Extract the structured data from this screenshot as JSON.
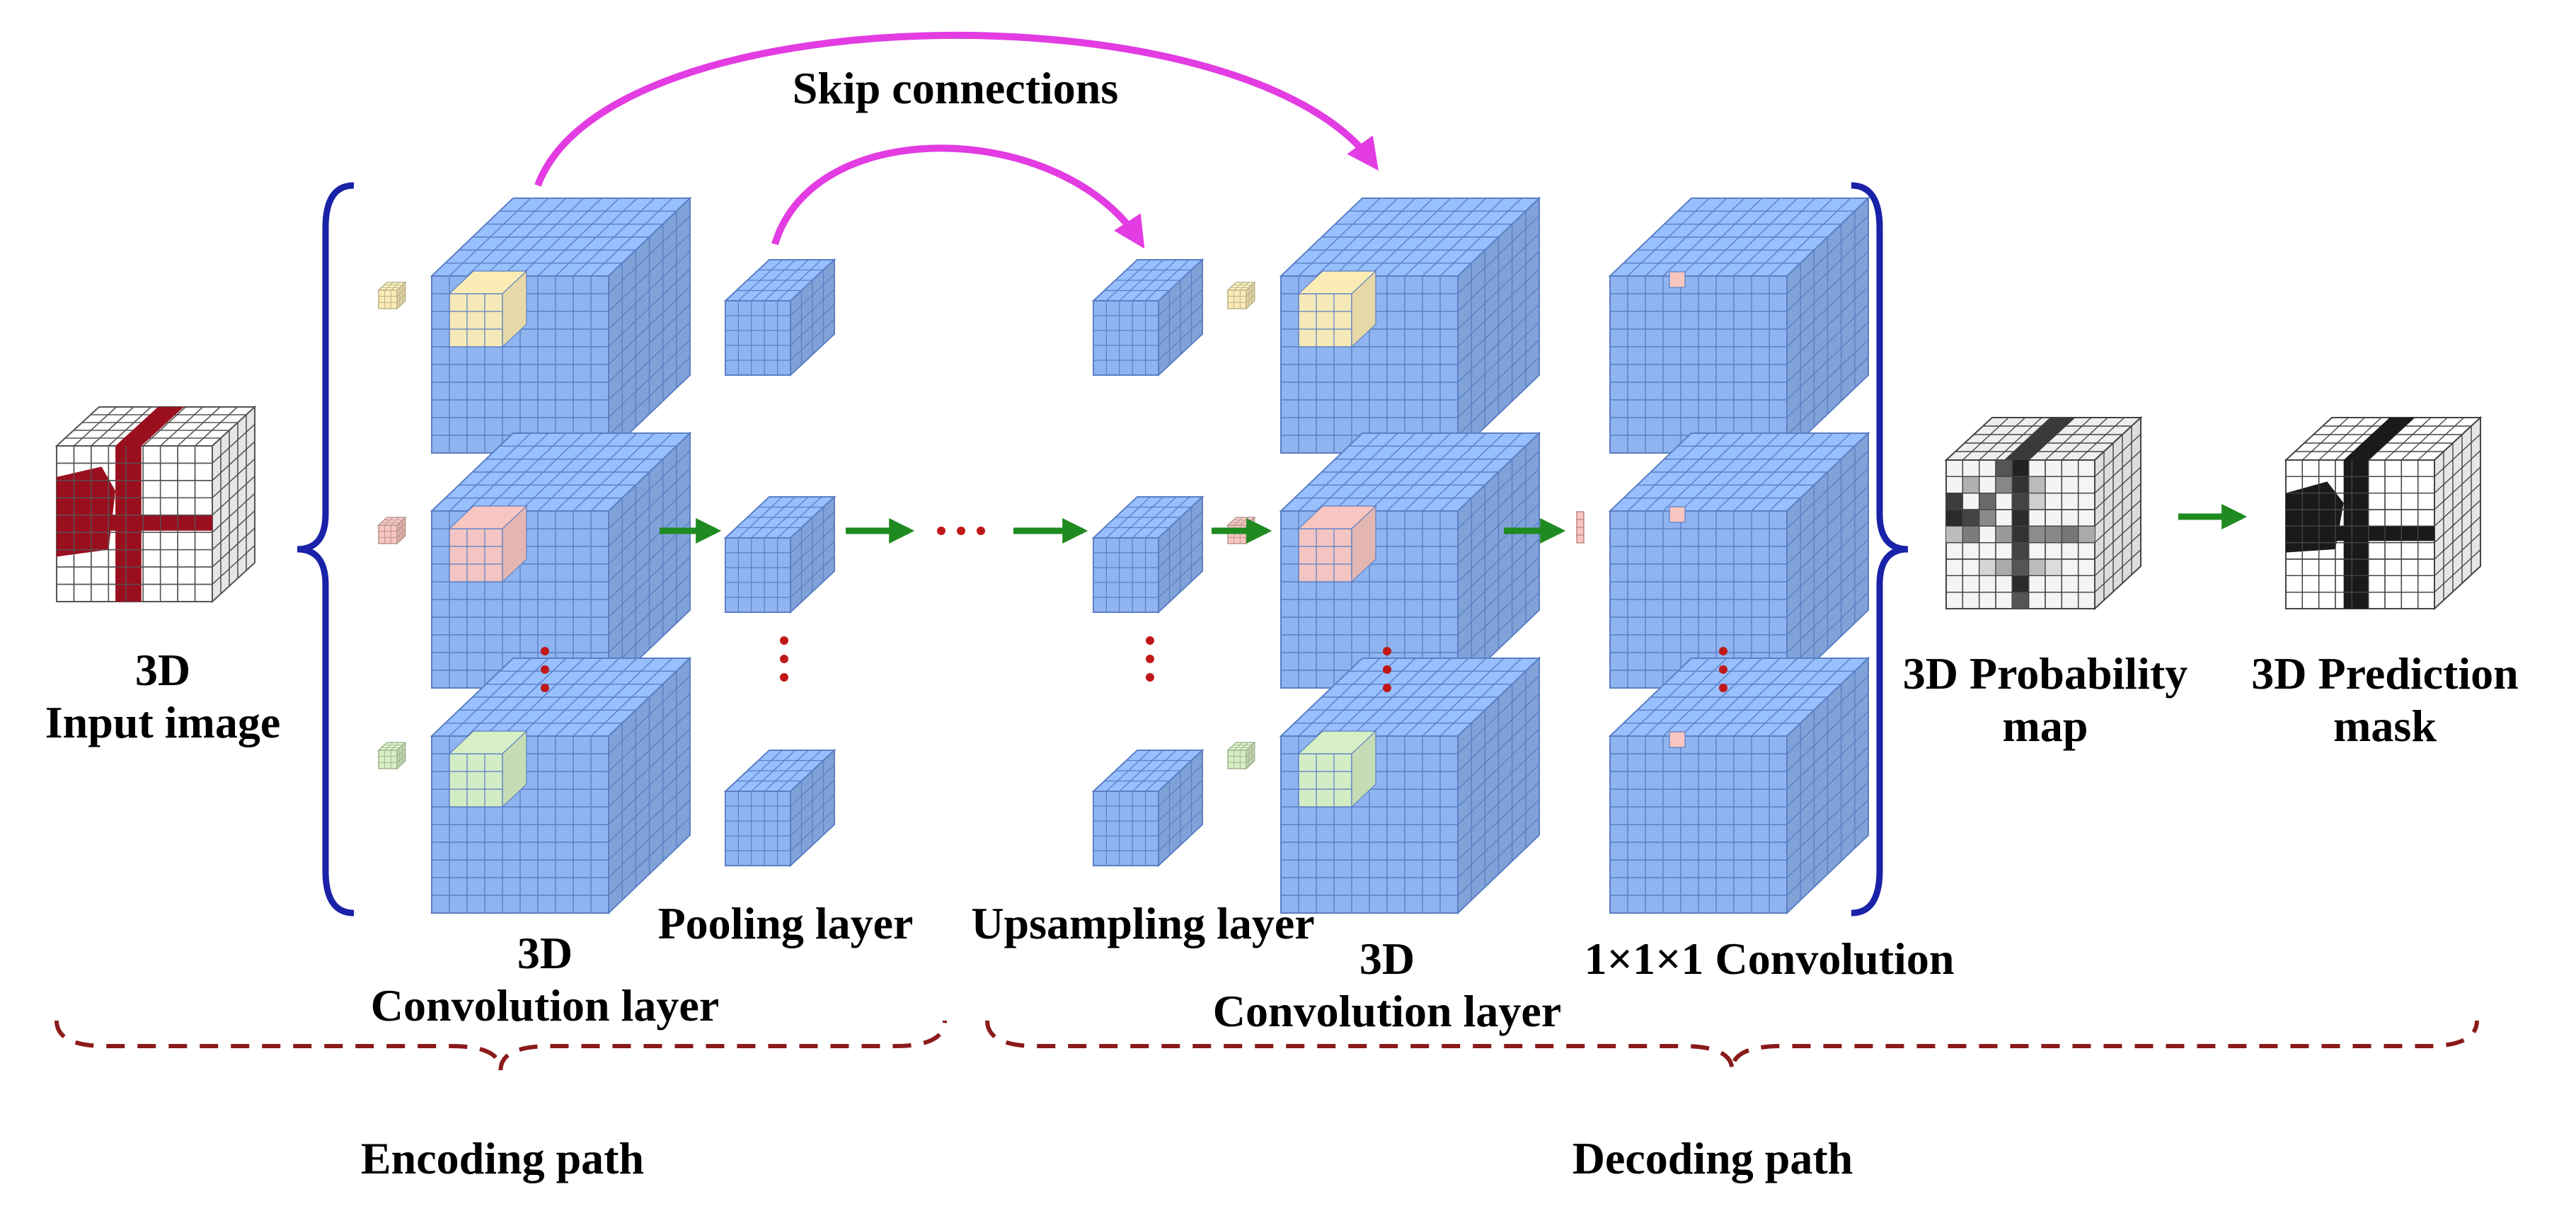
{
  "labels": {
    "skip": "Skip connections",
    "input_line1": "3D",
    "input_line2": "Input image",
    "conv_enc_line1": "3D",
    "conv_enc_line2": "Convolution layer",
    "pooling": "Pooling layer",
    "upsampling": "Upsampling layer",
    "conv_dec_line1": "3D",
    "conv_dec_line2": "Convolution layer",
    "conv111": "1×1×1 Convolution",
    "prob_line1": "3D Probability",
    "prob_line2": "map",
    "pred_line1": "3D Prediction",
    "pred_line2": "mask",
    "encoding": "Encoding path",
    "decoding": "Decoding path",
    "ellipsis": "···"
  },
  "colors": {
    "cube_blue": "#8fb4f0",
    "grid": "#5a7fc4",
    "kernel_yellow": "#fbecb6",
    "kernel_red": "#f8c6c0",
    "kernel_green": "#d6efc4",
    "arrow_green": "#1f8a1f",
    "skip_magenta": "#e23ce2",
    "brace_blue": "#1a22a8",
    "path_brace": "#8b1a1a",
    "dots": "#c01818",
    "input_red": "#9a0f1e"
  }
}
